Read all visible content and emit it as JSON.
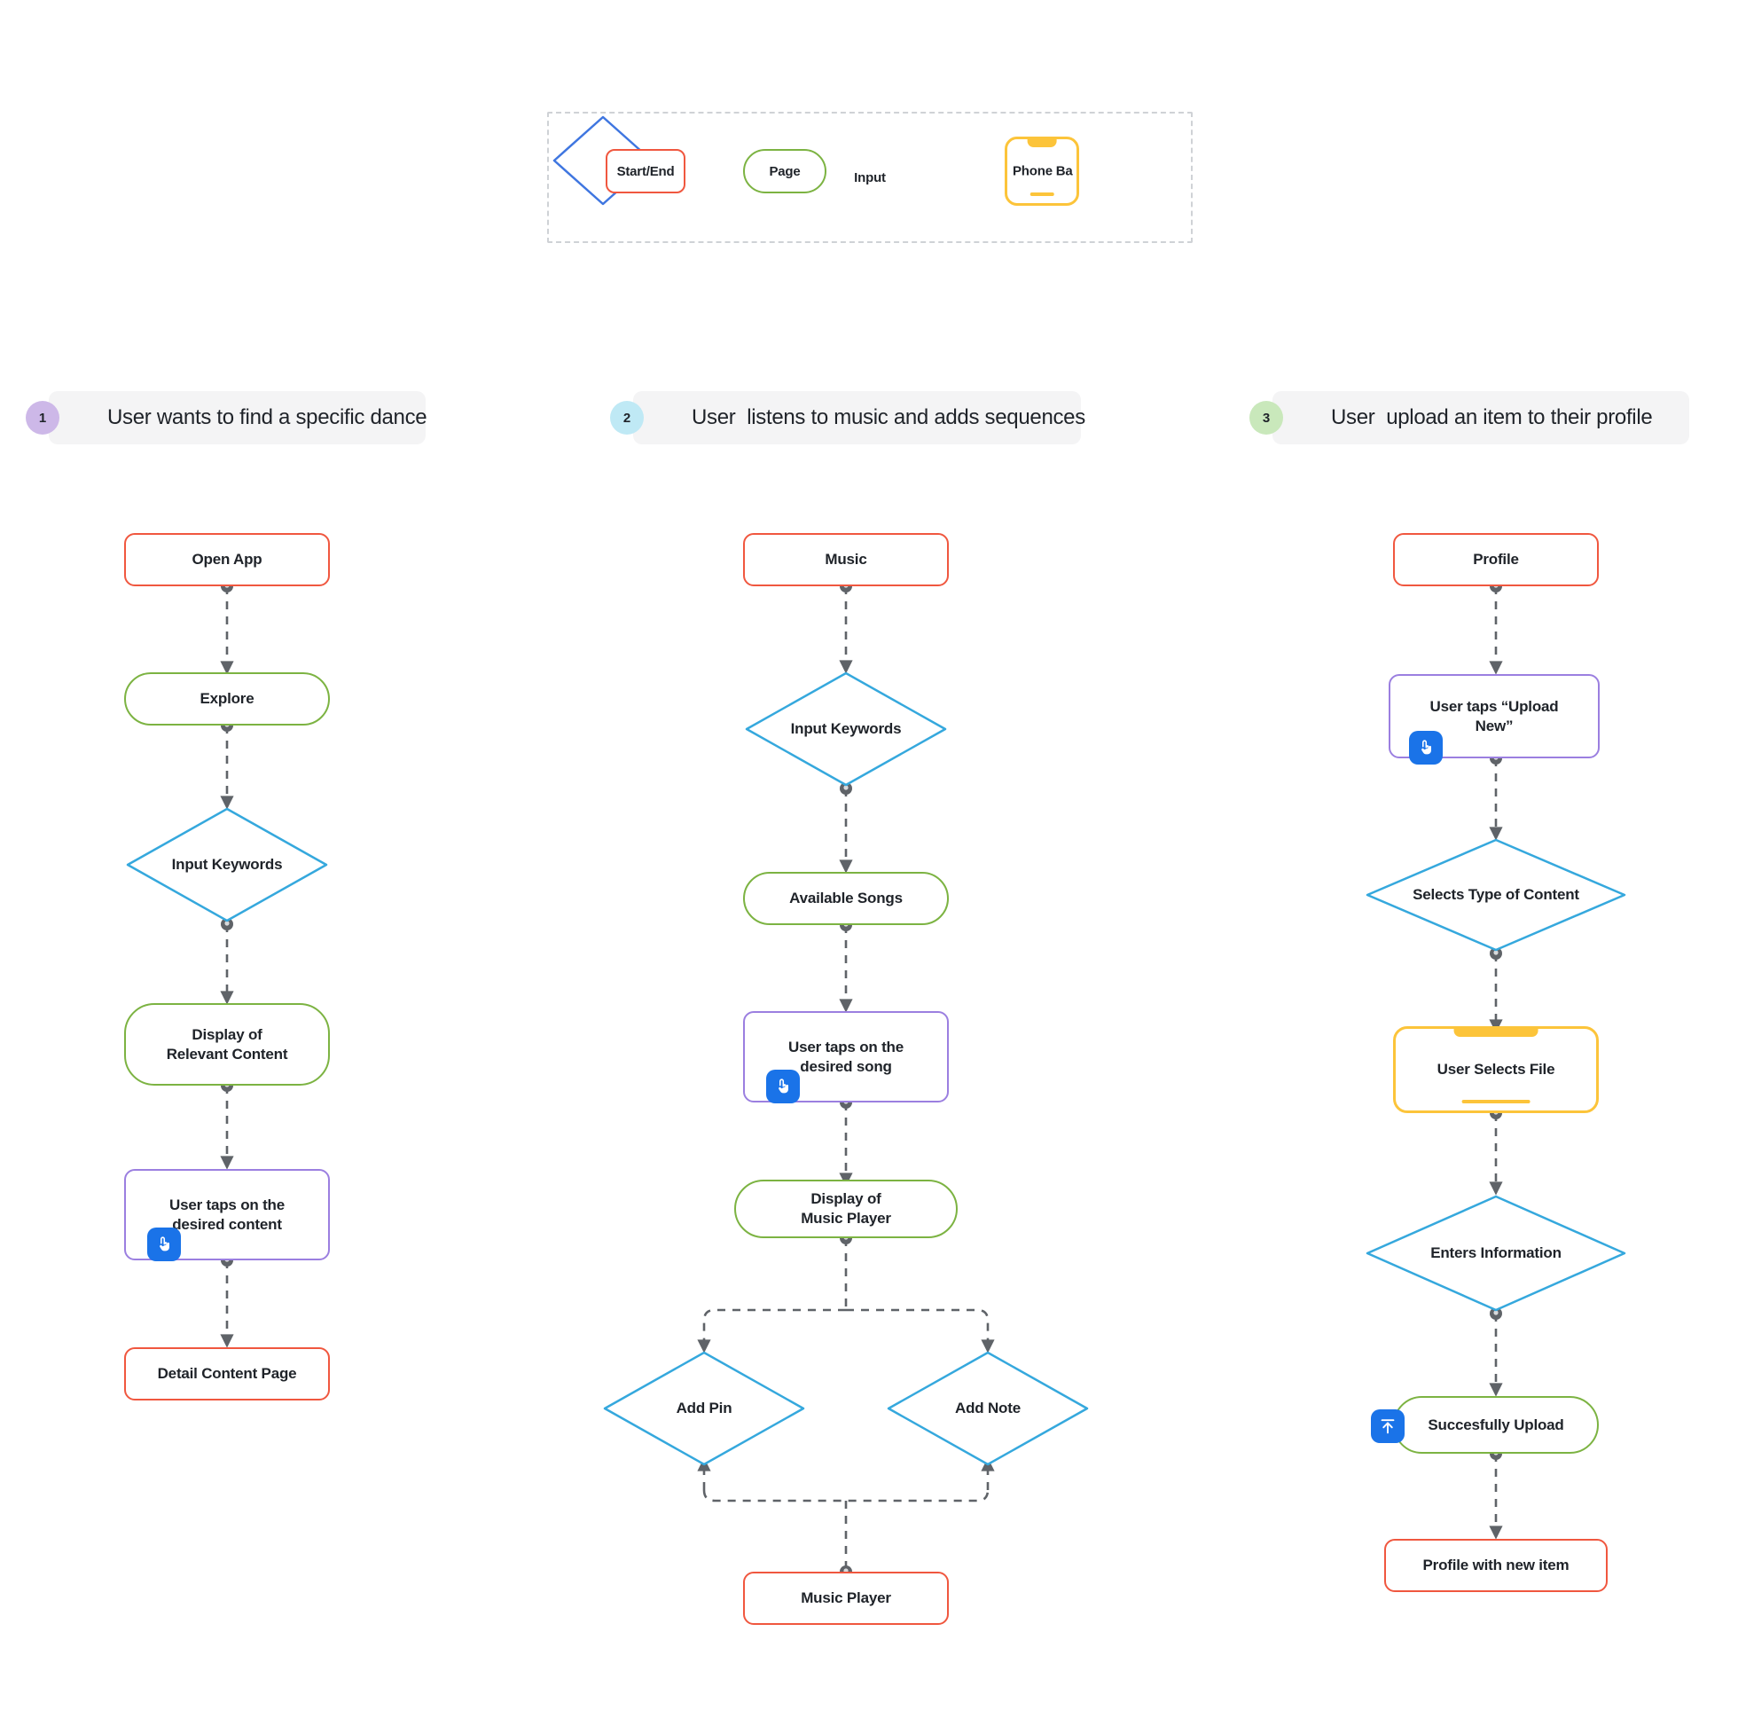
{
  "legend": {
    "items": [
      {
        "label": "Start/End",
        "shape": "rounded-rect",
        "color": "#f0573f"
      },
      {
        "label": "Page",
        "shape": "pill",
        "color": "#7cb342"
      },
      {
        "label": "Input",
        "shape": "diamond",
        "color": "#3f76e0"
      },
      {
        "label": "Phone Ba",
        "shape": "phone",
        "color": "#fcc43a"
      }
    ]
  },
  "sections": [
    {
      "number": "1",
      "title": "User wants to find a specific dance",
      "badge_color": "#cdb8e8"
    },
    {
      "number": "2",
      "title": "User  listens to music and adds sequences",
      "badge_color": "#bfe9f5"
    },
    {
      "number": "3",
      "title": "User  upload an item to their profile",
      "badge_color": "#c9e8bb"
    }
  ],
  "flows": {
    "flow1": {
      "nodes": [
        {
          "id": "f1n1",
          "label": "Open App",
          "type": "start"
        },
        {
          "id": "f1n2",
          "label": "Explore",
          "type": "page"
        },
        {
          "id": "f1n3",
          "label": "Input Keywords",
          "type": "input"
        },
        {
          "id": "f1n4",
          "label": "Display of\nRelevant Content",
          "type": "page"
        },
        {
          "id": "f1n5",
          "label": "User taps on the\ndesired content",
          "type": "action",
          "icon": "tap-icon"
        },
        {
          "id": "f1n6",
          "label": "Detail Content Page",
          "type": "start"
        }
      ]
    },
    "flow2": {
      "nodes": [
        {
          "id": "f2n1",
          "label": "Music",
          "type": "start"
        },
        {
          "id": "f2n2",
          "label": "Input Keywords",
          "type": "input"
        },
        {
          "id": "f2n3",
          "label": "Available Songs",
          "type": "page"
        },
        {
          "id": "f2n4",
          "label": "User taps on the\ndesired song",
          "type": "action",
          "icon": "tap-icon"
        },
        {
          "id": "f2n5",
          "label": "Display of\nMusic Player",
          "type": "page"
        },
        {
          "id": "f2n6",
          "label": "Add Pin",
          "type": "input"
        },
        {
          "id": "f2n7",
          "label": "Add Note",
          "type": "input"
        },
        {
          "id": "f2n8",
          "label": "Music Player",
          "type": "start"
        }
      ]
    },
    "flow3": {
      "nodes": [
        {
          "id": "f3n1",
          "label": "Profile",
          "type": "start"
        },
        {
          "id": "f3n2",
          "label": "User taps “Upload\nNew”",
          "type": "action",
          "icon": "tap-icon"
        },
        {
          "id": "f3n3",
          "label": "Selects Type of Content",
          "type": "input"
        },
        {
          "id": "f3n4",
          "label": "User Selects File",
          "type": "phone"
        },
        {
          "id": "f3n5",
          "label": "Enters Information",
          "type": "input"
        },
        {
          "id": "f3n6",
          "label": "Succesfully Upload",
          "type": "page",
          "icon": "upload-icon"
        },
        {
          "id": "f3n7",
          "label": "Profile with new item",
          "type": "start"
        }
      ]
    }
  },
  "colors": {
    "start_end": "#f0573f",
    "page": "#7cb342",
    "input": "#35a8dd",
    "action": "#9b7fe0",
    "phone": "#fcc43a",
    "icon_badge": "#1a73e8",
    "connector": "#5f6368",
    "header_bg": "#f4f4f5"
  }
}
